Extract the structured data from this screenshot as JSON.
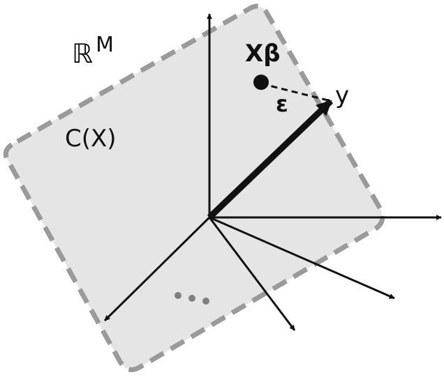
{
  "labels": {
    "space": "ℝ",
    "space_sup": "M",
    "subspace": "C(X)",
    "fitted": "Xβ",
    "residual": "ε",
    "response": "y"
  },
  "colors": {
    "plane_fill": "#e5e5e5",
    "plane_border": "#9a9a9a",
    "ink": "#111111",
    "dots": "#808080"
  },
  "icons": {
    "ellipsis": "ellipsis-dots-icon"
  }
}
